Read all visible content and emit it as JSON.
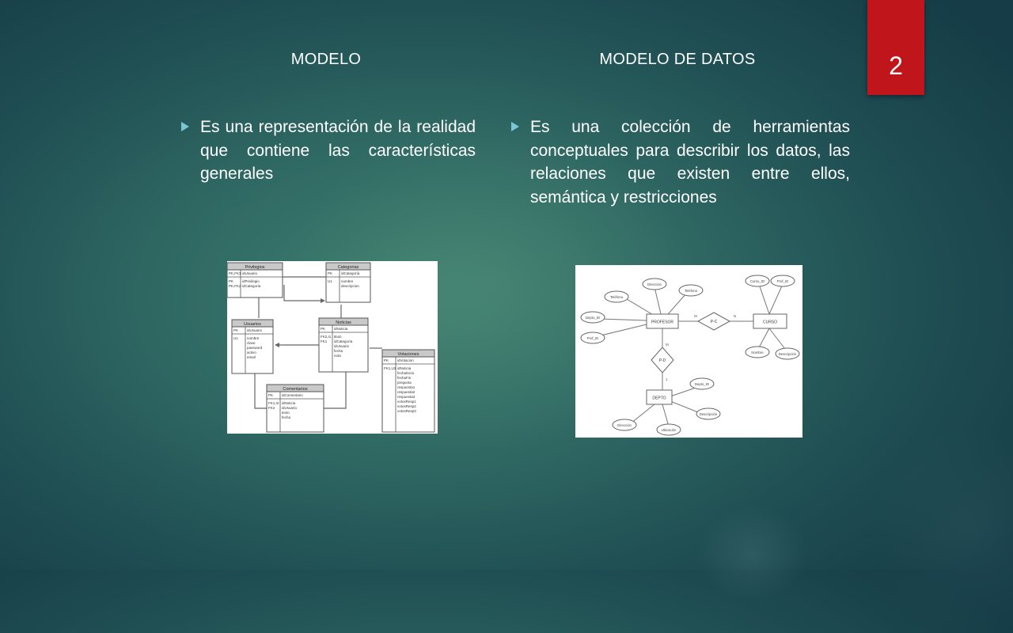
{
  "slide": {
    "page_number": "2",
    "accent_color": "#c0161b",
    "bullet_color": "#79c6d6"
  },
  "left": {
    "title": "MODELO",
    "bullet_icon": "triangle-right-icon",
    "text": "Es una representación de la realidad que contiene las características generales",
    "figure": {
      "tables": [
        {
          "title": "Privilegios",
          "keys": [
            "PK,FK1",
            "PK",
            "PK,FK2"
          ],
          "fields": [
            "idUsuario",
            "idPrivilegio",
            "idCategoría"
          ]
        },
        {
          "title": "Categorias",
          "keys": [
            "PK",
            "U1"
          ],
          "fields": [
            "idCategoría",
            "nombre",
            "descripcion"
          ]
        },
        {
          "title": "Usuarios",
          "keys": [
            "PK",
            "U1"
          ],
          "fields": [
            "idUsuario",
            "nombre",
            "clave",
            "password",
            "activo",
            "email"
          ]
        },
        {
          "title": "Noticias",
          "keys": [
            "PK",
            "FK2,I1",
            "FK1"
          ],
          "fields": [
            "idNoticia",
            "titulo",
            "idCategoría",
            "idUsuario",
            "fecha",
            "nota"
          ]
        },
        {
          "title": "Votaciones",
          "keys": [
            "PK",
            "FK1,U1"
          ],
          "fields": [
            "idVotacion",
            "idNoticia",
            "fechalnicio",
            "fechaFin",
            "pregunta",
            "respuesta1",
            "respuesta2",
            "respuesta3",
            "votosResp1",
            "votosResp2",
            "votosResp3"
          ]
        },
        {
          "title": "Comentarios",
          "keys": [
            "PK",
            "FK1,I2",
            "FK2"
          ],
          "fields": [
            "idComentario",
            "idNoticia",
            "idUsuario",
            "texto",
            "fecha"
          ]
        }
      ]
    }
  },
  "right": {
    "title": "MODELO DE DATOS",
    "bullet_icon": "triangle-right-icon",
    "text": "Es una colección de herramientas conceptuales para describir los datos, las relaciones que existen entre ellos, semántica y restricciones",
    "figure": {
      "entities": [
        "PROFESOR",
        "CURSO",
        "DEPTO"
      ],
      "relationships": [
        "P-C",
        "P-D"
      ],
      "attributes": [
        "Teléfono",
        "Dirección",
        "Teléfono",
        "Depto_ID",
        "Prof_ID",
        "Curso_ID",
        "Prof_ID",
        "Nombre",
        "Descripción",
        "Depto_ID",
        "Descripción",
        "Dirección",
        "Ubicación"
      ],
      "cardinalities": [
        "M",
        "N",
        "M",
        "1"
      ]
    }
  }
}
